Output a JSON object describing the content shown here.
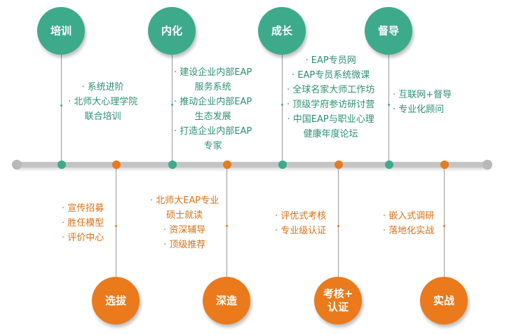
{
  "top_stages": [
    {
      "label": "培训",
      "items": [
        "· 系统进阶",
        "· 北师大心理学院",
        "联合培训"
      ]
    },
    {
      "label": "内化",
      "items": [
        "· 建设企业内部EAP",
        "服务系统",
        "· 推动企业内部EAP",
        "生态发展",
        "· 打造企业内部EAP",
        "专家"
      ]
    },
    {
      "label": "成长",
      "items": [
        "· EAP专员网",
        "· EAP专员系统微课",
        "· 全球名家大师工作坊",
        "· 顶级学府参访研讨营",
        "· 中国EAP与职业心理",
        "健康年度论坛"
      ]
    },
    {
      "label": "督导",
      "items": [
        "· 互联网+督导",
        "· 专业化顾问"
      ]
    }
  ],
  "bottom_stages": [
    {
      "label": "选拔",
      "items": [
        "· 宣传招募",
        "· 胜任模型",
        "· 评价中心"
      ]
    },
    {
      "label": "深造",
      "items": [
        "· 北师大EAP专业",
        "硕士就读",
        "· 资深辅导",
        "· 顶级推荐"
      ]
    },
    {
      "label_lines": [
        "考核+",
        "认证"
      ],
      "items": [
        "· 评优式考核",
        "· 专业级认证"
      ]
    },
    {
      "label": "实战",
      "items": [
        "· 嵌入式调研",
        "· 落地化实战"
      ]
    }
  ],
  "colors": {
    "green": "#3daa8c",
    "orange": "#ea7a1b",
    "line": "#c4c4c4"
  }
}
